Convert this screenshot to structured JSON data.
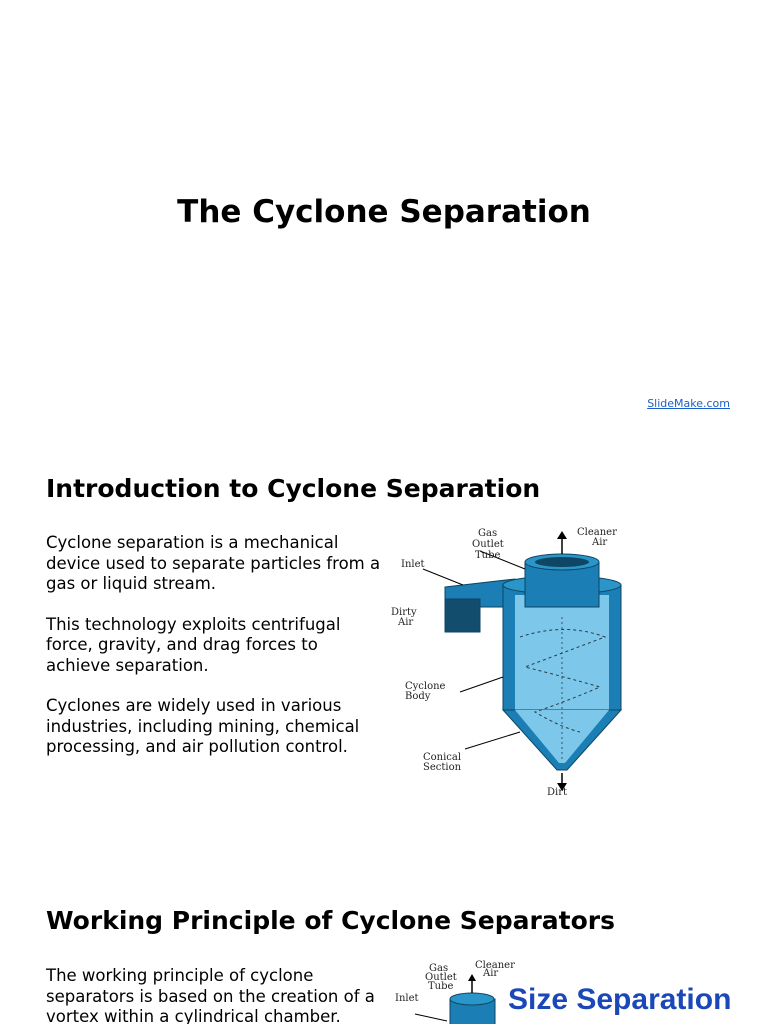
{
  "slide1": {
    "title": "The Cyclone Separation",
    "credit": "SlideMake.com"
  },
  "slide2": {
    "title": "Introduction to Cyclone Separation",
    "paragraphs": [
      "Cyclone separation is a mechanical device used to separate particles from a gas or liquid stream.",
      "This technology exploits centrifugal force, gravity, and drag forces to achieve separation.",
      "Cyclones are widely used in various industries, including mining, chemical processing, and air pollution control."
    ],
    "diagram": {
      "labels": {
        "gas_outlet_1": "Gas",
        "gas_outlet_2": "Outlet",
        "gas_outlet_3": "Tube",
        "cleaner_air_1": "Cleaner",
        "cleaner_air_2": "Air",
        "inlet": "Inlet",
        "dirty_air_1": "Dirty",
        "dirty_air_2": "Air",
        "cyclone_body_1": "Cyclone",
        "cyclone_body_2": "Body",
        "conical_section_1": "Conical",
        "conical_section_2": "Section",
        "dirt": "Dirt"
      },
      "colors": {
        "body": "#1b7fb5",
        "inner": "#7cc7ea",
        "dark": "#124d6e"
      }
    }
  },
  "slide3": {
    "title": "Working Principle of Cyclone Separators",
    "paragraphs": [
      "The working principle of cyclone separators is based on the creation of a vortex within a cylindrical chamber."
    ],
    "diagram": {
      "labels": {
        "gas_outlet_1": "Gas",
        "gas_outlet_2": "Outlet",
        "gas_outlet_3": "Tube",
        "cleaner_air_1": "Cleaner",
        "cleaner_air_2": "Air",
        "inlet": "Inlet"
      },
      "banner": "Size Separation"
    }
  }
}
